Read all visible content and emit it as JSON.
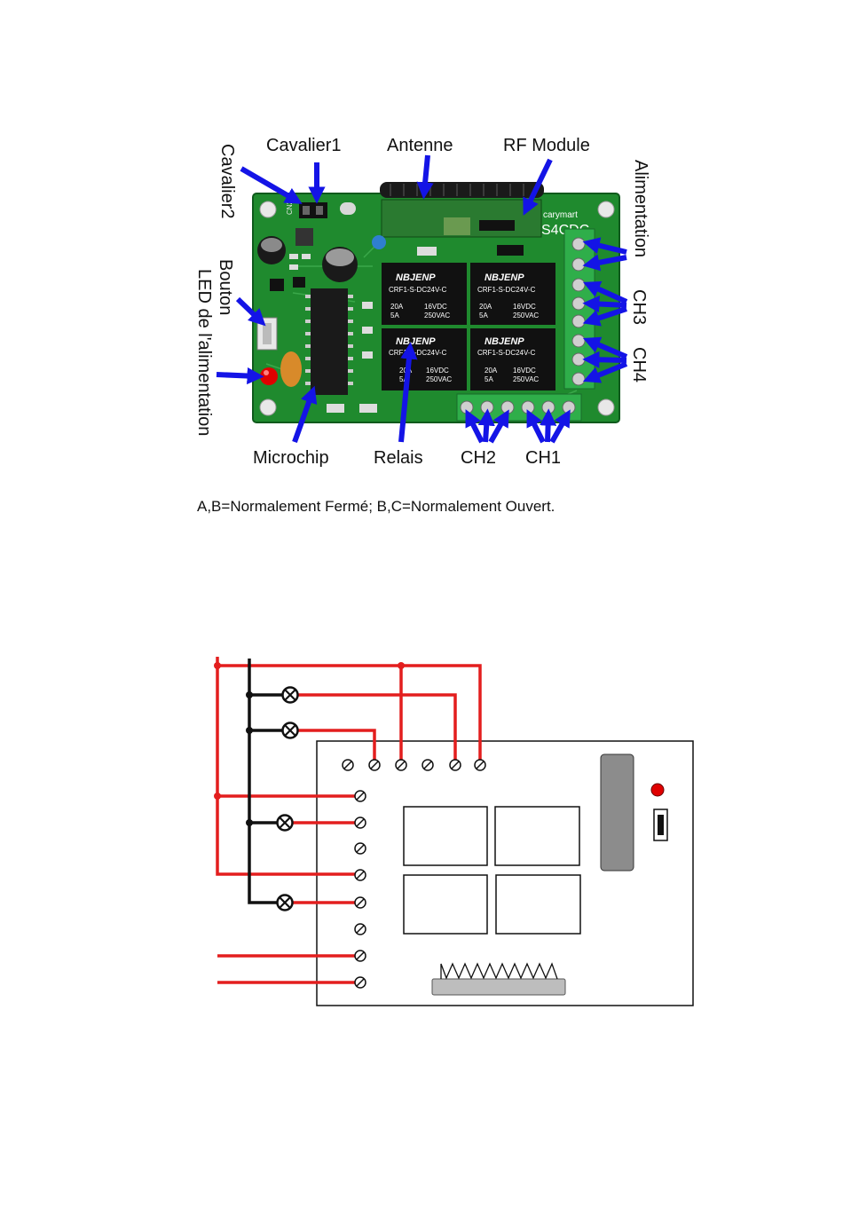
{
  "photo_labels": {
    "cavalier1": "Cavalier1",
    "antenne": "Antenne",
    "rf_module": "RF Module",
    "cavalier2": "Cavalier2",
    "bouton": "Bouton",
    "led": "LED de l'alimentation",
    "alimentation": "Alimentation",
    "ch3": "CH3",
    "ch4": "CH4",
    "microchip": "Microchip",
    "relais": "Relais",
    "ch2": "CH2",
    "ch1": "CH1"
  },
  "board_print": {
    "brand": "carymart",
    "model": "S4CDC",
    "jumper": "CN2",
    "relays": [
      {
        "brand": "NBJENP",
        "part": "CRF1-S-DC24V-C",
        "r1a": "20A",
        "r1b": "16VDC",
        "r2a": "5A",
        "r2b": "250VAC"
      },
      {
        "brand": "NBJENP",
        "part": "CRF1-S-DC24V-C",
        "r1a": "20A",
        "r1b": "16VDC",
        "r2a": "5A",
        "r2b": "250VAC"
      },
      {
        "brand": "NBJENP",
        "part": "CRF1-S-DC24V-C",
        "r1a": "20A",
        "r1b": "16VDC",
        "r2a": "5A",
        "r2b": "250VAC"
      },
      {
        "brand": "NBJENP",
        "part": "CRF1-S-DC24V-C",
        "r1a": "20A",
        "r1b": "16VDC",
        "r2a": "5A",
        "r2b": "250VAC"
      }
    ]
  },
  "caption": "A,B=Normalement Fermé; B,C=Normalement Ouvert.",
  "colors": {
    "arrow": "#1414e6",
    "pcb": "#1f8a2e",
    "terminal": "#2fae4a",
    "relay": "#111111",
    "wire_power": "#e31e1e",
    "wire_neutral": "#111111",
    "module_grey": "#8c8c8c",
    "led_red": "#e00000"
  }
}
